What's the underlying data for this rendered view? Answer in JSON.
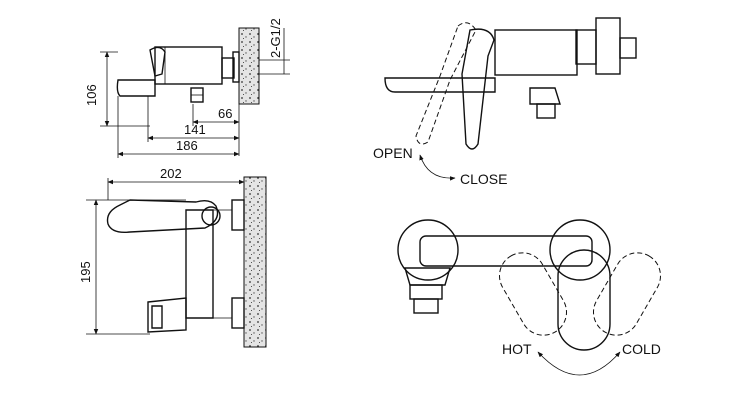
{
  "side_view": {
    "dim_thread": "2-G1/2",
    "dim_height": "106",
    "dim_66": "66",
    "dim_141": "141",
    "dim_186": "186"
  },
  "top_view": {
    "dim_202": "202",
    "dim_195": "195"
  },
  "handle_view": {
    "label_open": "OPEN",
    "label_close": "CLOSE"
  },
  "front_view": {
    "label_hot": "HOT",
    "label_cold": "COLD"
  }
}
